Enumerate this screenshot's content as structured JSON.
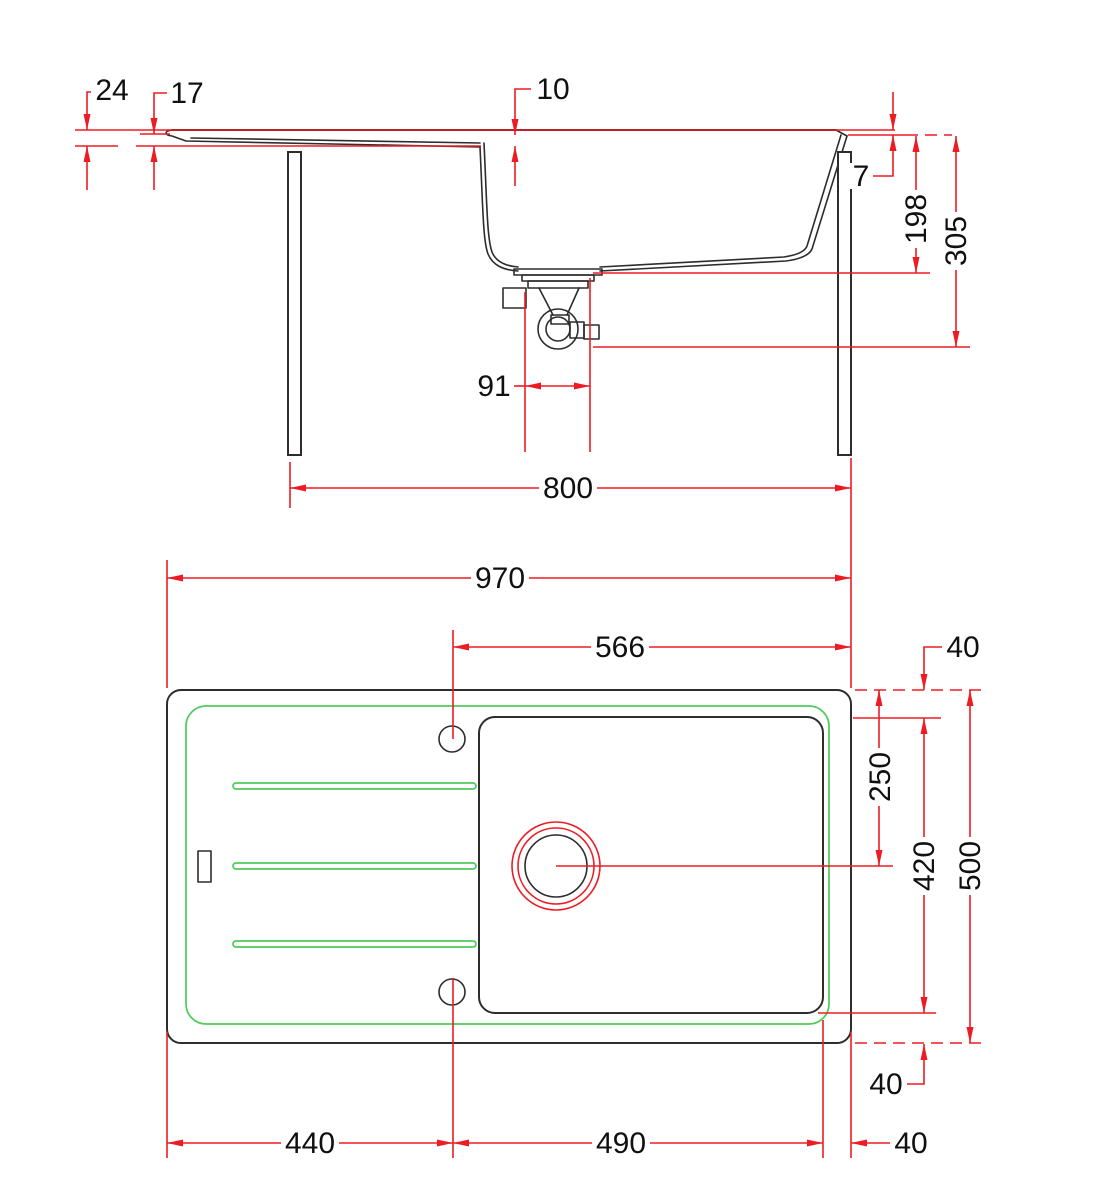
{
  "document": {
    "type": "technical_drawing",
    "subject": "kitchen sink with drainboard, dimensioned views",
    "units": "mm"
  },
  "colors": {
    "background": "#ffffff",
    "outline": "#2d2d2d",
    "dimension_red": "#ed1c24",
    "feature_green": "#4fc95a",
    "label_text": "#101010"
  },
  "side_view": {
    "name": "side elevation with drain trap",
    "dims": {
      "d24": "24",
      "d17": "17",
      "d10": "10",
      "d7": "7",
      "d198": "198",
      "d305": "305",
      "d91": "91",
      "d800": "800"
    }
  },
  "plan_view": {
    "name": "plan view with bowl, drainboard grooves and tap holes",
    "dims": {
      "d970": "970",
      "d566": "566",
      "d40_top": "40",
      "d250": "250",
      "d420": "420",
      "d500": "500",
      "d40_bottom": "40",
      "d440": "440",
      "d490": "490",
      "d40_right": "40"
    }
  }
}
